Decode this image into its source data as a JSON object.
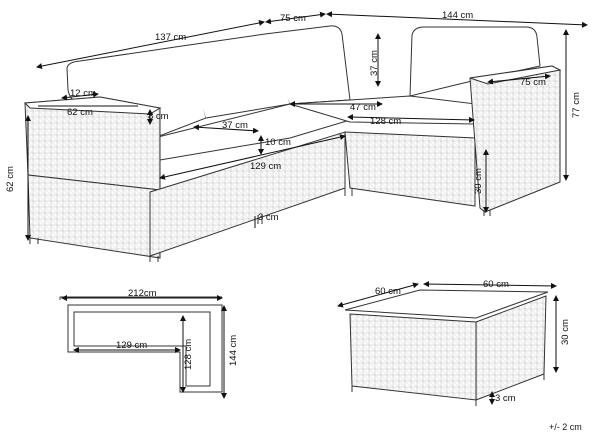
{
  "sofa": {
    "dims": {
      "overall_left_width": "137 cm",
      "overall_corner_width": "75 cm",
      "overall_right_width": "144 cm",
      "back_height": "37 cm",
      "total_height": "77 cm",
      "arm_width_left": "12 cm",
      "arm_depth_left": "62 cm",
      "arm_thickness": "8 cm",
      "seat_depth_left": "37 cm",
      "seat_depth_right": "47 cm",
      "seat_length_right": "128 cm",
      "arm_depth_right": "75 cm",
      "cushion_height": "10 cm",
      "seat_length_left": "129 cm",
      "leg_height": "3 cm",
      "seat_height_left": "62 cm",
      "seat_height_right": "30 cm"
    }
  },
  "plan": {
    "dims": {
      "total_width": "212cm",
      "inner_length": "129 cm",
      "inner_depth": "128 cm",
      "total_depth": "144 cm"
    }
  },
  "table": {
    "dims": {
      "depth": "60 cm",
      "width": "60 cm",
      "height": "30 cm",
      "leg": "3 cm"
    }
  },
  "tolerance": "+/- 2 cm"
}
